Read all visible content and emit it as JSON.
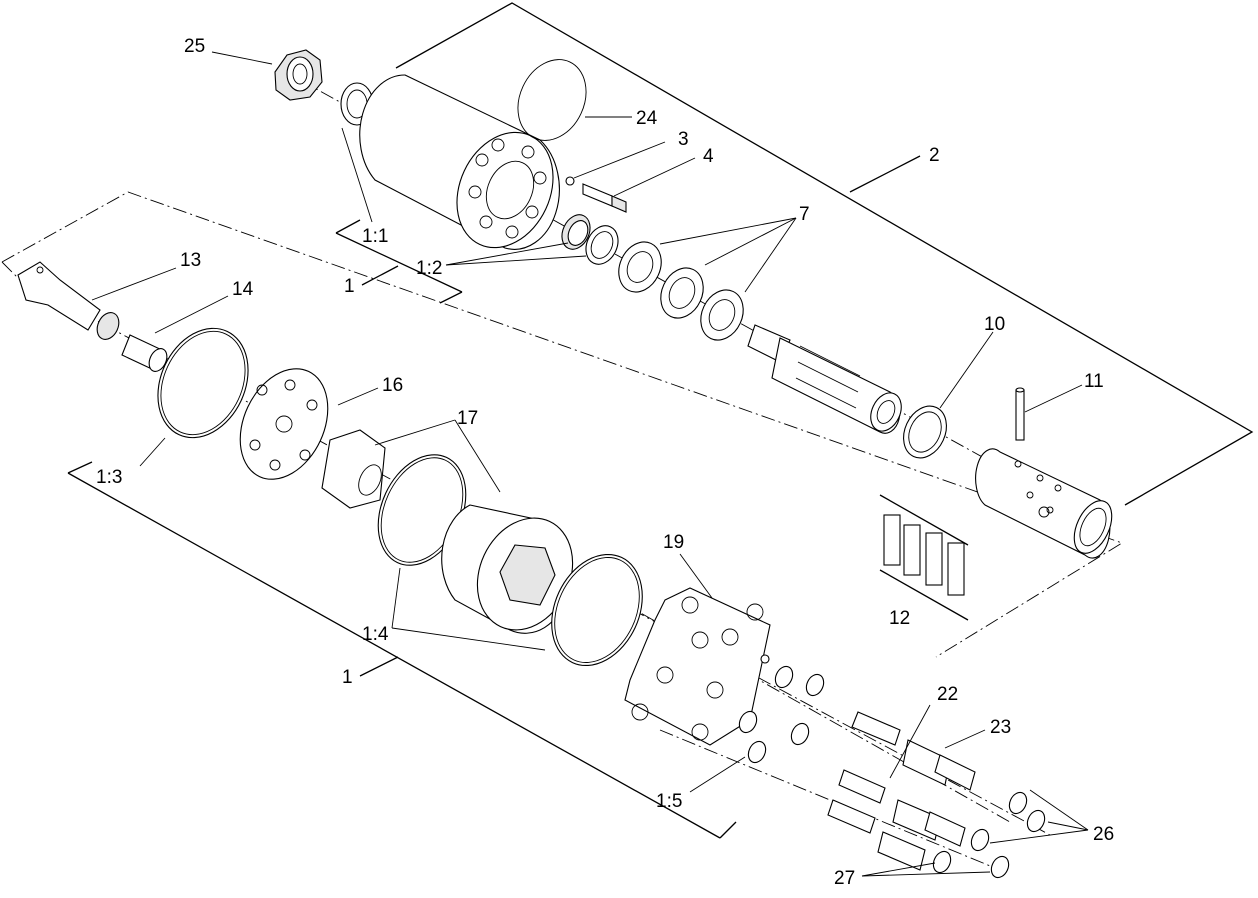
{
  "labels": {
    "l25": "25",
    "l24": "24",
    "l3": "3",
    "l4": "4",
    "l2": "2",
    "l7": "7",
    "l1_1": "1:1",
    "l1_2": "1:2",
    "l1_top": "1",
    "l13": "13",
    "l14": "14",
    "l10": "10",
    "l11": "11",
    "l16": "16",
    "l17": "17",
    "l1_3": "1:3",
    "l12": "12",
    "l19": "19",
    "l1_4": "1:4",
    "l1_bottom": "1",
    "l22": "22",
    "l23": "23",
    "l1_5": "1:5",
    "l26": "26",
    "l27": "27"
  }
}
